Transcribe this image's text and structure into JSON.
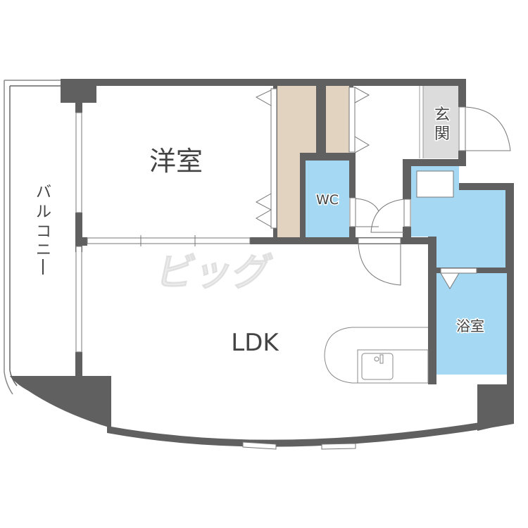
{
  "floorplan": {
    "rooms": {
      "western_room": {
        "label": "洋室",
        "color": "#ffffff"
      },
      "ldk": {
        "label": "LDK",
        "color": "#ffffff"
      },
      "wc": {
        "label": "WC",
        "color": "#a5d8f3"
      },
      "entrance": {
        "label_line1": "玄",
        "label_line2": "関",
        "color": "#dcdcdc"
      },
      "bathroom": {
        "label": "浴室",
        "color": "#a5d8f3"
      },
      "washroom": {
        "label": "",
        "color": "#a5d8f3"
      },
      "balcony": {
        "label": "バルコニー",
        "chars": [
          "バ",
          "ル",
          "コ",
          "ニ",
          "ー"
        ]
      },
      "closet": {
        "color": "#e2d3c0"
      }
    },
    "watermark": {
      "text": "ビッグ"
    },
    "colors": {
      "wall": "#606060",
      "water_area": "#a5d8f3",
      "storage": "#e2d3c0",
      "entrance_floor": "#dcdcdc",
      "line": "#777777"
    }
  }
}
